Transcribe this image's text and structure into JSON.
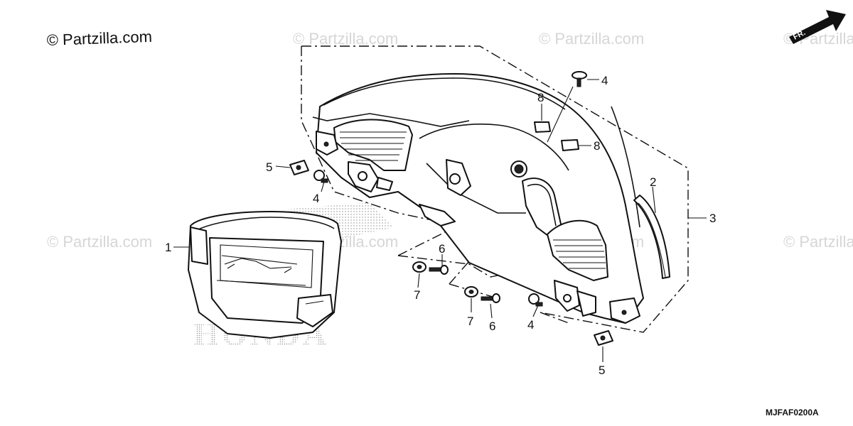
{
  "copyright": "© Partzilla.com",
  "watermark_text": "© Partzilla.com",
  "brand_watermark": "HONDA",
  "direction_label": "FR.",
  "diagram_code": "MJFAF0200A",
  "callouts": {
    "c1": "1",
    "c2": "2",
    "c3": "3",
    "c4a": "4",
    "c4b": "4",
    "c4c": "4",
    "c5a": "5",
    "c5b": "5",
    "c6a": "6",
    "c6b": "6",
    "c7a": "7",
    "c7b": "7",
    "c8a": "8",
    "c8b": "8"
  }
}
